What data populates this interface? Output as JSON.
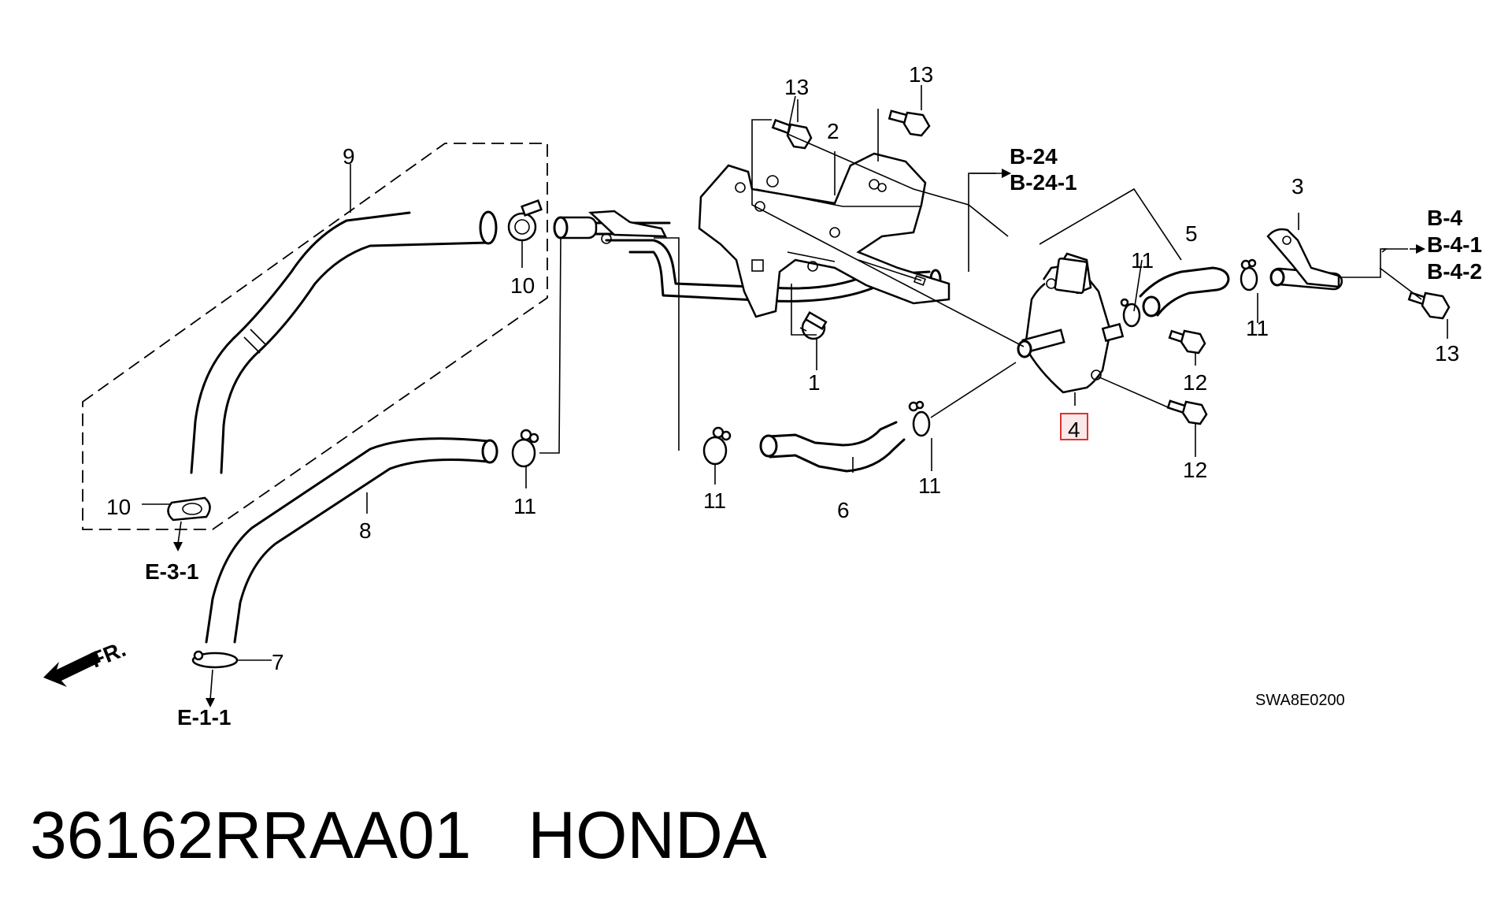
{
  "diagram": {
    "callouts": {
      "p1": "1",
      "p2": "2",
      "p3": "3",
      "p4": "4",
      "p5": "5",
      "p6": "6",
      "p7": "7",
      "p8": "8",
      "p9": "9",
      "p10a": "10",
      "p10b": "10",
      "p11a": "11",
      "p11b": "11",
      "p11c": "11",
      "p11d": "11",
      "p11e": "11",
      "p12a": "12",
      "p12b": "12",
      "p13a": "13",
      "p13b": "13",
      "p13c": "13"
    },
    "refs": {
      "b24": "B-24",
      "b241": "B-24-1",
      "b4": "B-4",
      "b41": "B-4-1",
      "b42": "B-4-2",
      "e31": "E-3-1",
      "e11": "E-1-1"
    },
    "direction_label": "FR.",
    "drawing_code": "SWA8E0200",
    "highlight_color": "#e03030"
  },
  "footer": {
    "part_number": "36162RRAA01",
    "brand": "HONDA"
  }
}
